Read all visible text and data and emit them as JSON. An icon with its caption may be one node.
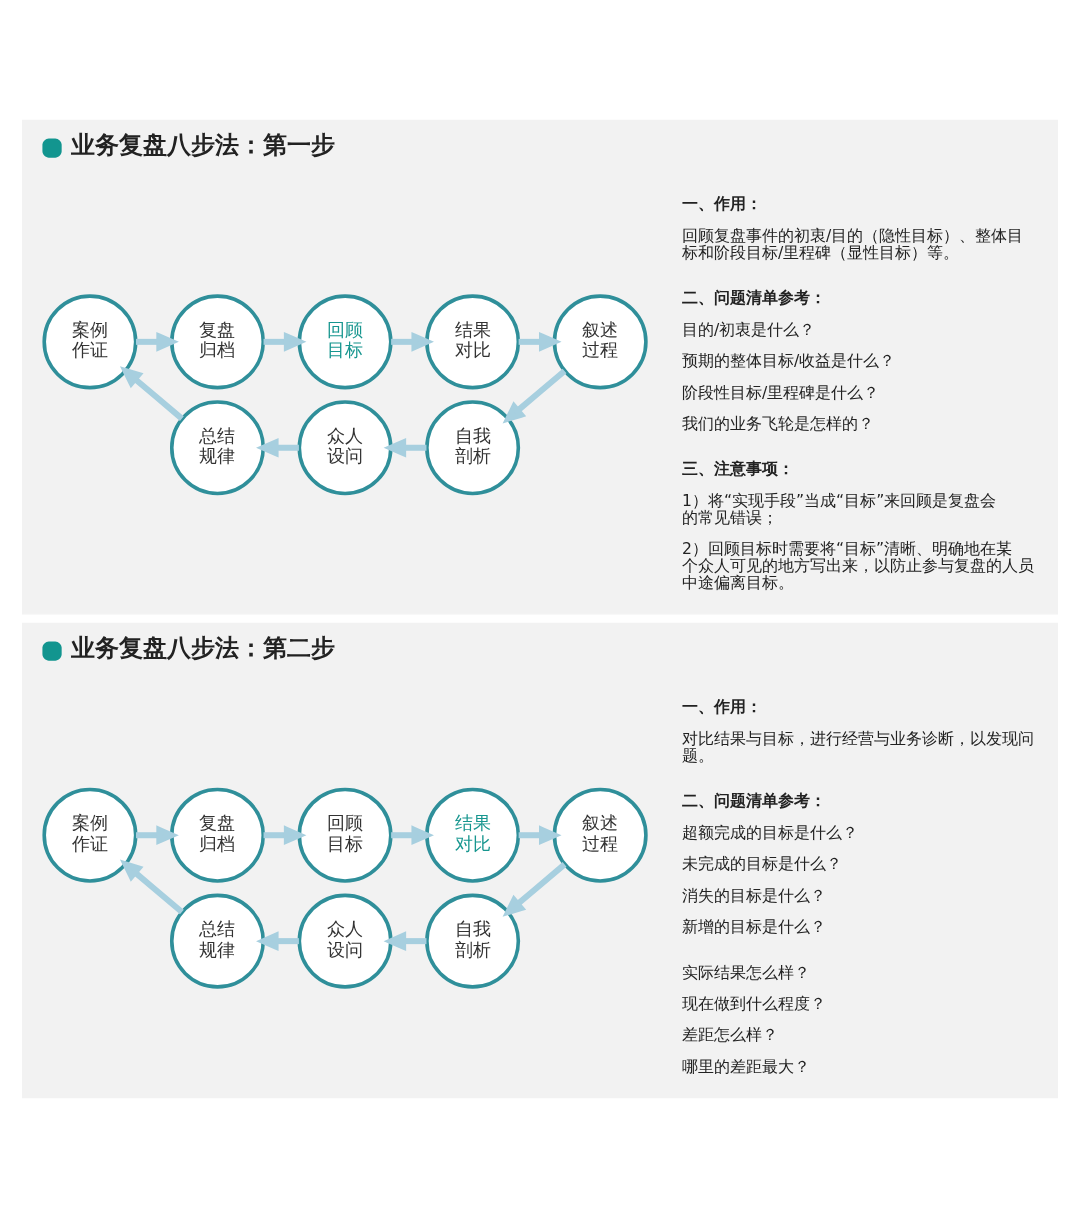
{
  "diagram": {
    "nodes": [
      {
        "text": [
          "业务复盘八步法：第一步"
        ]
      },
      {
        "text": [
          "回顾目标"
        ],
        "in": 0
      },
      {
        "text": [
          "结果对比"
        ],
        "in": 0
      },
      {
        "text": [
          "叙述过程"
        ],
        "in": 0
      },
      {
        "text": [
          "自我剖析"
        ],
        "in": 0
      },
      {
        "text": [
          "众人设问"
        ],
        "in": 0
      },
      {
        "text": [
          "总结规律"
        ],
        "in": 0
      },
      {
        "text": [
          "案例作证"
        ],
        "in": 0
      },
      {
        "text": [
          "复盘归档"
        ],
        "in": 0
      },
      {
        "text": [
          "业务复盘八步法：第二步"
        ]
      },
      {
        "text": [
          "回顾目标"
        ],
        "in": 9
      },
      {
        "text": [
          "结果对比"
        ],
        "in": 9
      },
      {
        "text": [
          "叙述过程"
        ],
        "in": 9
      },
      {
        "text": [
          "自我剖析"
        ],
        "in": 9
      },
      {
        "text": [
          "众人设问"
        ],
        "in": 9
      },
      {
        "text": [
          "总结规律"
        ],
        "in": 9
      },
      {
        "text": [
          "案例作证"
        ],
        "in": 9
      },
      {
        "text": [
          "复盘归档"
        ],
        "in": 9
      }
    ],
    "edges": [
      {
        "from": 1,
        "to": 2,
        "arrow": "to"
      },
      {
        "from": 2,
        "to": 3,
        "arrow": "to"
      },
      {
        "from": 3,
        "to": 4,
        "arrow": "to"
      },
      {
        "from": 4,
        "to": 5,
        "arrow": "to"
      },
      {
        "from": 5,
        "to": 6,
        "arrow": "to"
      },
      {
        "from": 6,
        "to": 7,
        "arrow": "to"
      },
      {
        "from": 7,
        "to": 8,
        "arrow": "to"
      },
      {
        "from": 8,
        "to": 1,
        "arrow": "to"
      },
      {
        "from": 10,
        "to": 11,
        "arrow": "to"
      },
      {
        "from": 11,
        "to": 12,
        "arrow": "to"
      },
      {
        "from": 12,
        "to": 13,
        "arrow": "to"
      },
      {
        "from": 13,
        "to": 14,
        "arrow": "to"
      },
      {
        "from": 14,
        "to": 15,
        "arrow": "to"
      },
      {
        "from": 15,
        "to": 16,
        "arrow": "to"
      },
      {
        "from": 16,
        "to": 17,
        "arrow": "to"
      },
      {
        "from": 17,
        "to": 10,
        "arrow": "to"
      }
    ],
    "labels": [
      "一、作用：",
      "回顾复盘事件的初衷/目的（隐性目标）、整体目标和阶段目标/里程碑（显性目标）等。",
      "二、问题清单参考：",
      "目的/初衷是什么？",
      "预期的整体目标/收益是什么？",
      "阶段性目标/里程碑是什么？",
      "我们的业务飞轮是怎样的？",
      "三、注意事项：",
      "1）将“实现手段”当成“目标”来回顾是复盘会的常见错误；",
      "2）回顾目标时需要将“目标”清晰、明确地在某个众人可见的地方写出来，以防止参与复盘的人员中途偏离目标。",
      "一、作用：",
      "对比结果与目标，进行经营与业务诊断，以发现问题。",
      "二、问题清单参考：",
      "超额完成的目标是什么？",
      "未完成的目标是什么？",
      "消失的目标是什么？",
      "新增的目标是什么？",
      "实际结果怎么样？",
      "现在做到什么程度？",
      "差距怎么样？",
      "哪里的差距最大？"
    ]
  }
}
